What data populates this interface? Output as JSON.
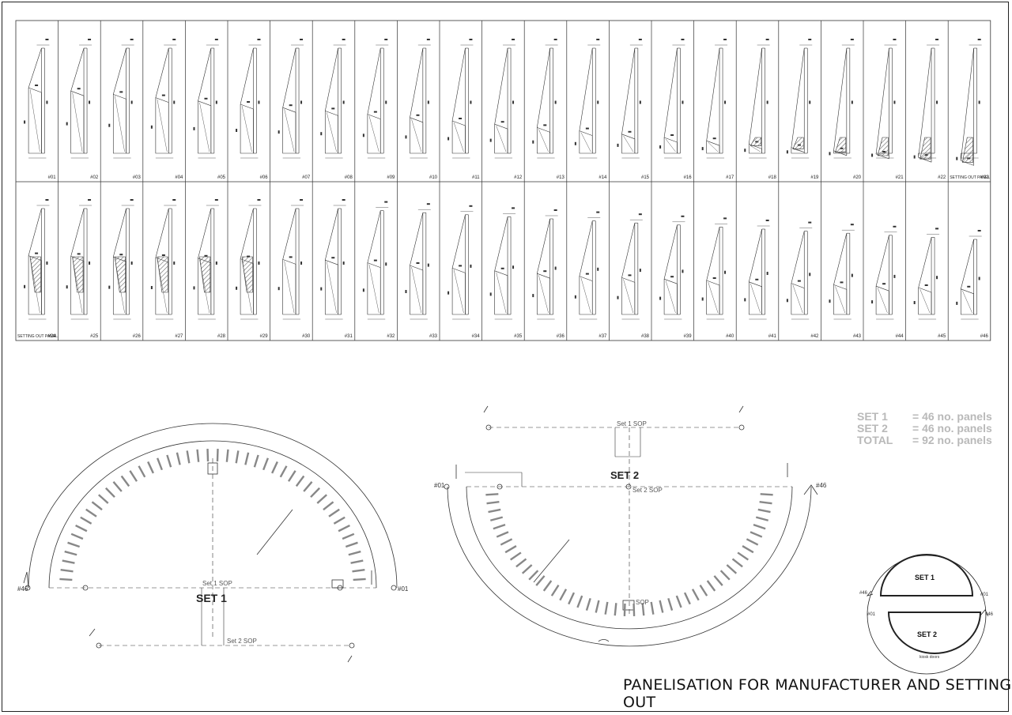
{
  "sheet_title": "PANELISATION FOR MANUFACTURER AND SETTING OUT",
  "panel_labels_row1": [
    "#01",
    "#02",
    "#03",
    "#04",
    "#05",
    "#06",
    "#07",
    "#08",
    "#09",
    "#10",
    "#11",
    "#12",
    "#13",
    "#14",
    "#15",
    "#16",
    "#17",
    "#18",
    "#19",
    "#20",
    "#21",
    "#22",
    "#23"
  ],
  "panel_labels_row2": [
    "#24",
    "#25",
    "#26",
    "#27",
    "#28",
    "#29",
    "#30",
    "#31",
    "#32",
    "#33",
    "#34",
    "#35",
    "#36",
    "#37",
    "#38",
    "#39",
    "#40",
    "#41",
    "#42",
    "#43",
    "#44",
    "#45",
    "#46"
  ],
  "setting_out_label": "SETTING OUT PANEL",
  "legend": [
    {
      "key": "SET 1",
      "value": "= 46 no. panels"
    },
    {
      "key": "SET 2",
      "value": "= 46 no. panels"
    },
    {
      "key": "TOTAL",
      "value": "= 92 no. panels"
    }
  ],
  "set1": {
    "title": "SET 1",
    "sop": "Set 1 SOP",
    "sop2": "Set 2 SOP",
    "start": "#01",
    "end": "#46"
  },
  "set2": {
    "title": "SET 2",
    "sop": "Set 1 SOP",
    "sop2": "Set 2 SOP",
    "sop3": "SOP",
    "start": "#01",
    "end": "#46"
  },
  "key_plan": {
    "set1": "SET 1",
    "set2": "SET 2",
    "label_a": "#46",
    "label_b": "#01",
    "label_c": "#01",
    "label_d": "#46",
    "bottom": "kiosk doors"
  }
}
